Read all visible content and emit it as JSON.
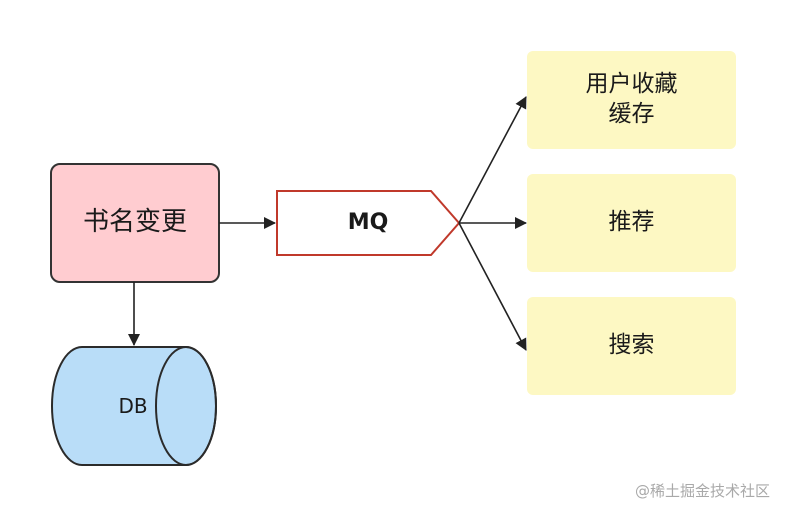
{
  "nodes": {
    "source": {
      "label": "书名变更"
    },
    "db": {
      "label": "DB"
    },
    "mq": {
      "label": "MQ"
    },
    "targets": [
      {
        "label": "用户收藏\n缓存"
      },
      {
        "label": "推荐"
      },
      {
        "label": "搜索"
      }
    ]
  },
  "colors": {
    "source_fill": "#FFCCD0",
    "source_stroke": "#333333",
    "db_fill": "#B9DDF8",
    "db_stroke": "#2b2b2b",
    "mq_stroke": "#C0392B",
    "target_fill": "#FDF8C3",
    "arrow": "#222222"
  },
  "watermark": "@稀土掘金技术社区"
}
